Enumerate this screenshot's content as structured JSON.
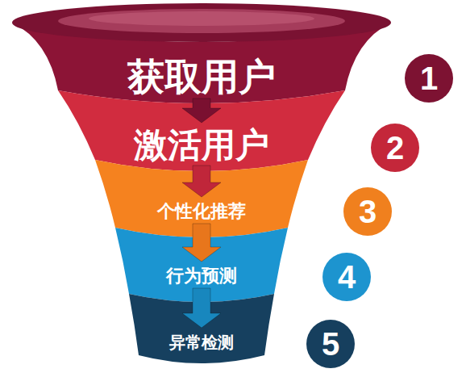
{
  "diagram": {
    "nodes": [
      {
        "text": [
          "获取用户"
        ]
      },
      {
        "text": [
          "1"
        ]
      },
      {
        "text": [
          "激活用户"
        ]
      },
      {
        "text": [
          "2"
        ]
      },
      {
        "text": [
          "个性化推荐"
        ]
      },
      {
        "text": [
          "3"
        ]
      },
      {
        "text": [
          "行为预测"
        ]
      },
      {
        "text": [
          "4"
        ]
      },
      {
        "text": [
          "异常检测"
        ]
      },
      {
        "text": [
          "5"
        ]
      }
    ],
    "edges": [
      {
        "from": 0,
        "to": 2,
        "arrow": "to"
      },
      {
        "from": 2,
        "to": 4,
        "arrow": "to"
      },
      {
        "from": 4,
        "to": 6,
        "arrow": "to"
      },
      {
        "from": 6,
        "to": 8,
        "arrow": "to"
      }
    ]
  }
}
